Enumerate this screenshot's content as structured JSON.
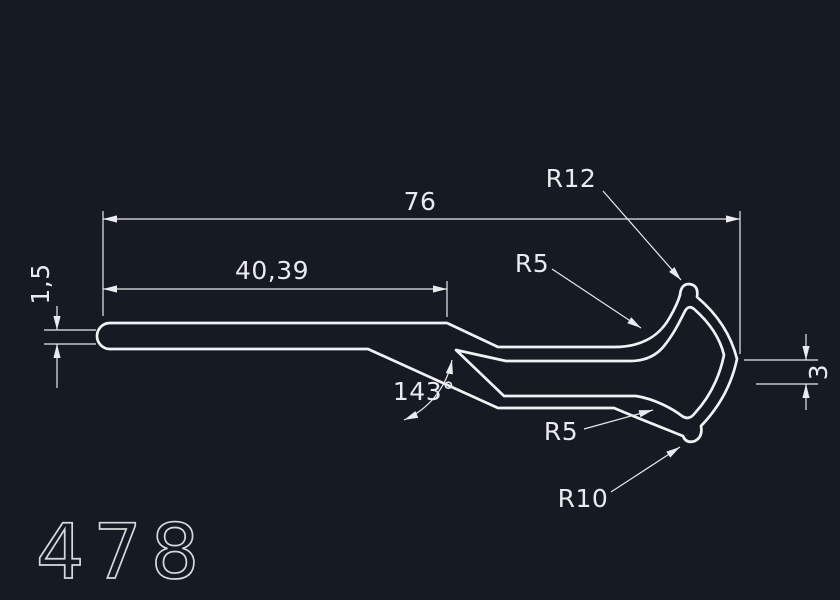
{
  "drawing": {
    "type": "profile-cross-section",
    "colors": {
      "background": "#151a23",
      "line": "#f0f2f4",
      "dimension": "#e9ebee"
    }
  },
  "labels": {
    "total_length": "76",
    "partial_length": "40,39",
    "thickness": "1,5",
    "angle": "143°",
    "radius_top": "R12",
    "radius_upper_inner": "R5",
    "radius_lower_inner": "R5",
    "radius_bottom": "R10",
    "right_offset": "3",
    "part_number": "478"
  }
}
